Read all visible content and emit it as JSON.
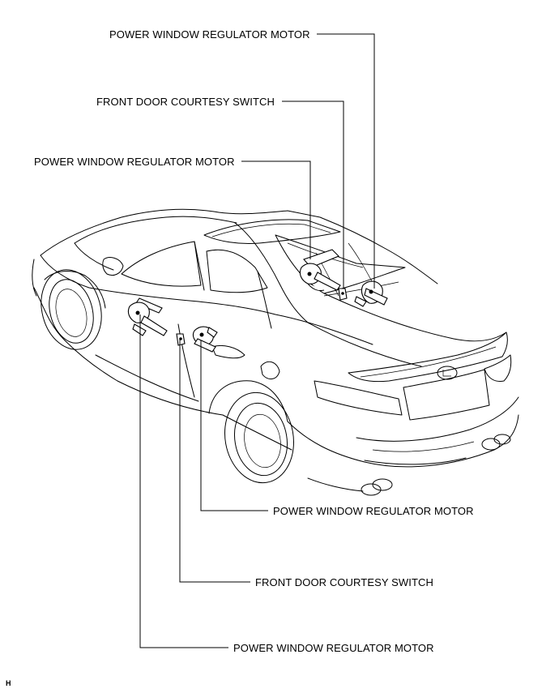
{
  "callouts": {
    "rear_regulator_motor_top": "POWER WINDOW REGULATOR MOTOR",
    "rear_courtesy_switch": "FRONT DOOR COURTESY SWITCH",
    "rear_regulator_motor_mid": "POWER WINDOW REGULATOR MOTOR",
    "front_regulator_motor_rear_door": "POWER WINDOW REGULATOR MOTOR",
    "front_courtesy_switch": "FRONT DOOR COURTESY SWITCH",
    "front_regulator_motor_front_door": "POWER WINDOW REGULATOR MOTOR"
  },
  "figure_code": "H"
}
